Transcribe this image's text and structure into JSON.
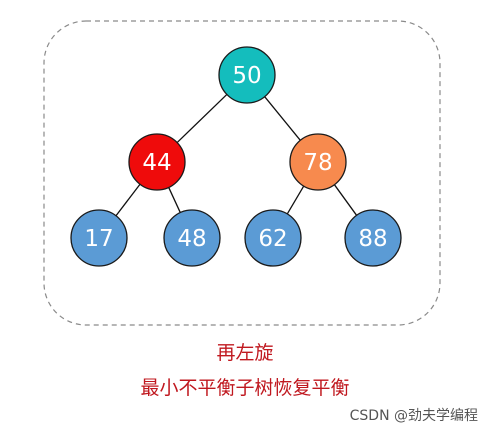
{
  "diagram": {
    "nodes": [
      {
        "id": "n50",
        "label": "50",
        "fill": "#14bdbd"
      },
      {
        "id": "n44",
        "label": "44",
        "fill": "#ef0b0b"
      },
      {
        "id": "n78",
        "label": "78",
        "fill": "#f78a4e"
      },
      {
        "id": "n17",
        "label": "17",
        "fill": "#5b9bd5"
      },
      {
        "id": "n48",
        "label": "48",
        "fill": "#5b9bd5"
      },
      {
        "id": "n62",
        "label": "62",
        "fill": "#5b9bd5"
      },
      {
        "id": "n88",
        "label": "88",
        "fill": "#5b9bd5"
      }
    ],
    "edges": [
      {
        "from": "n50",
        "to": "n44"
      },
      {
        "from": "n50",
        "to": "n78"
      },
      {
        "from": "n44",
        "to": "n17"
      },
      {
        "from": "n44",
        "to": "n48"
      },
      {
        "from": "n78",
        "to": "n62"
      },
      {
        "from": "n78",
        "to": "n88"
      }
    ]
  },
  "caption": {
    "line1": "再左旋",
    "line2": "最小不平衡子树恢复平衡"
  },
  "credit": "CSDN @劲夫学编程",
  "colors": {
    "caption": "#c0181f",
    "node_stroke": "#1a1a1a",
    "edge": "#111111",
    "border": "#8a8a8a"
  }
}
